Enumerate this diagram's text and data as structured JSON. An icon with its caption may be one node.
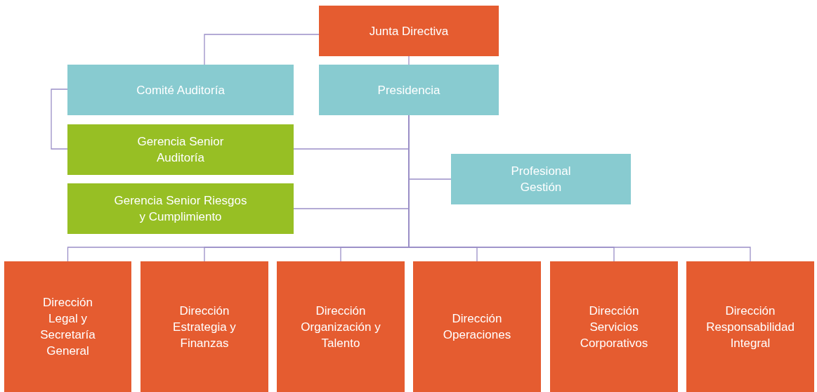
{
  "diagram": {
    "nodes": [
      {
        "text": [
          "Junta Directiva"
        ]
      },
      {
        "text": [
          "Comité Auditoría"
        ]
      },
      {
        "text": [
          "Presidencia"
        ]
      },
      {
        "text": [
          "Gerencia Senior Auditoría"
        ]
      },
      {
        "text": [
          "Profesional Gestión"
        ]
      },
      {
        "text": [
          "Gerencia Senior Riesgos y Cumplimiento"
        ]
      },
      {
        "text": [
          "Dirección Legal y Secretaría General"
        ]
      },
      {
        "text": [
          "Dirección Estrategia y Finanzas"
        ]
      },
      {
        "text": [
          "Dirección Organización y Talento"
        ]
      },
      {
        "text": [
          "Dirección Operaciones"
        ]
      },
      {
        "text": [
          "Dirección Servicios Corporativos"
        ]
      },
      {
        "text": [
          "Dirección Responsabilidad Integral"
        ]
      }
    ],
    "edges": [
      {
        "from": 0,
        "to": 1,
        "arrow": "none"
      },
      {
        "from": 0,
        "to": 2,
        "arrow": "none"
      },
      {
        "from": 1,
        "to": 3,
        "arrow": "none"
      },
      {
        "from": 2,
        "to": 3,
        "arrow": "none"
      },
      {
        "from": 2,
        "to": 4,
        "arrow": "none"
      },
      {
        "from": 2,
        "to": 5,
        "arrow": "none"
      },
      {
        "from": 2,
        "to": 6,
        "arrow": "none"
      },
      {
        "from": 2,
        "to": 7,
        "arrow": "none"
      },
      {
        "from": 2,
        "to": 8,
        "arrow": "none"
      },
      {
        "from": 2,
        "to": 9,
        "arrow": "none"
      },
      {
        "from": 2,
        "to": 10,
        "arrow": "none"
      },
      {
        "from": 2,
        "to": 11,
        "arrow": "none"
      }
    ]
  }
}
